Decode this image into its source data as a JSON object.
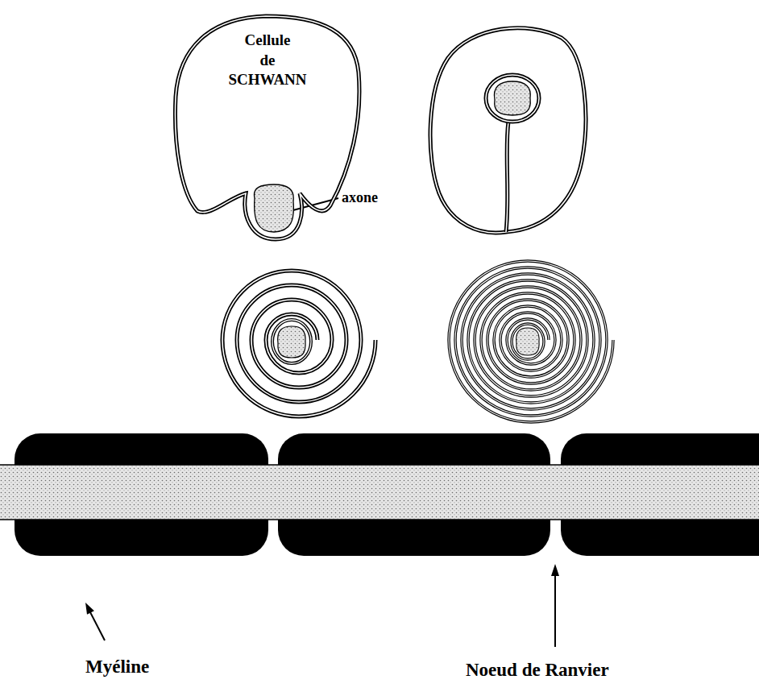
{
  "diagram": {
    "nodes": [
      {
        "text": [
          "Cellule de SCHWANN"
        ]
      }
    ],
    "labels": [
      "axone",
      "Myéline",
      "Noeud de Ranvier"
    ]
  }
}
